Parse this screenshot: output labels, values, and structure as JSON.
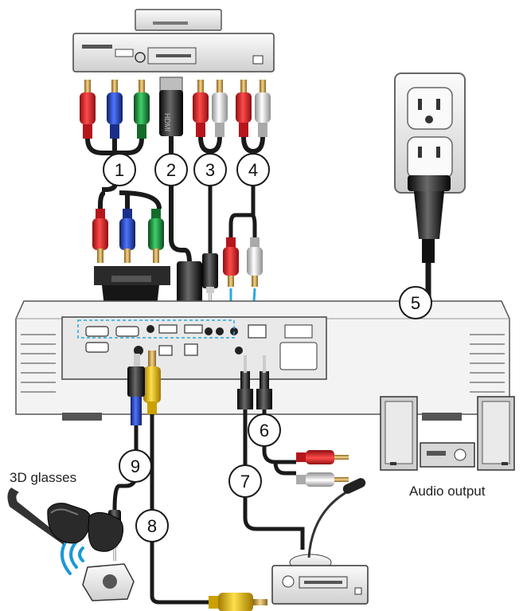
{
  "callouts": [
    {
      "id": 1,
      "label": "1"
    },
    {
      "id": 2,
      "label": "2"
    },
    {
      "id": 3,
      "label": "3"
    },
    {
      "id": 4,
      "label": "4"
    },
    {
      "id": 5,
      "label": "5"
    },
    {
      "id": 6,
      "label": "6"
    },
    {
      "id": 7,
      "label": "7"
    },
    {
      "id": 8,
      "label": "8"
    },
    {
      "id": 9,
      "label": "9"
    }
  ],
  "captions": {
    "glasses": "3D glasses",
    "audio_output": "Audio output"
  },
  "colors": {
    "cable": "#1a1a1a",
    "rca_red": "#d61f26",
    "rca_blue": "#1f3fae",
    "rca_green": "#1e8c3a",
    "rca_white": "#d9d9d9",
    "rca_yellow": "#f2c21b",
    "gold": "#d9a640",
    "device_grey": "#e6e6e6",
    "port_highlight": "#29a8e0",
    "wifi_blue": "#1b9ad6"
  },
  "icons": [
    "dvd-player-icon",
    "projector-icon",
    "power-outlet-icon",
    "speakers-icon",
    "microphone-icon",
    "vcr-icon",
    "3d-glasses-icon",
    "3d-emitter-icon",
    "wireless-icon"
  ]
}
